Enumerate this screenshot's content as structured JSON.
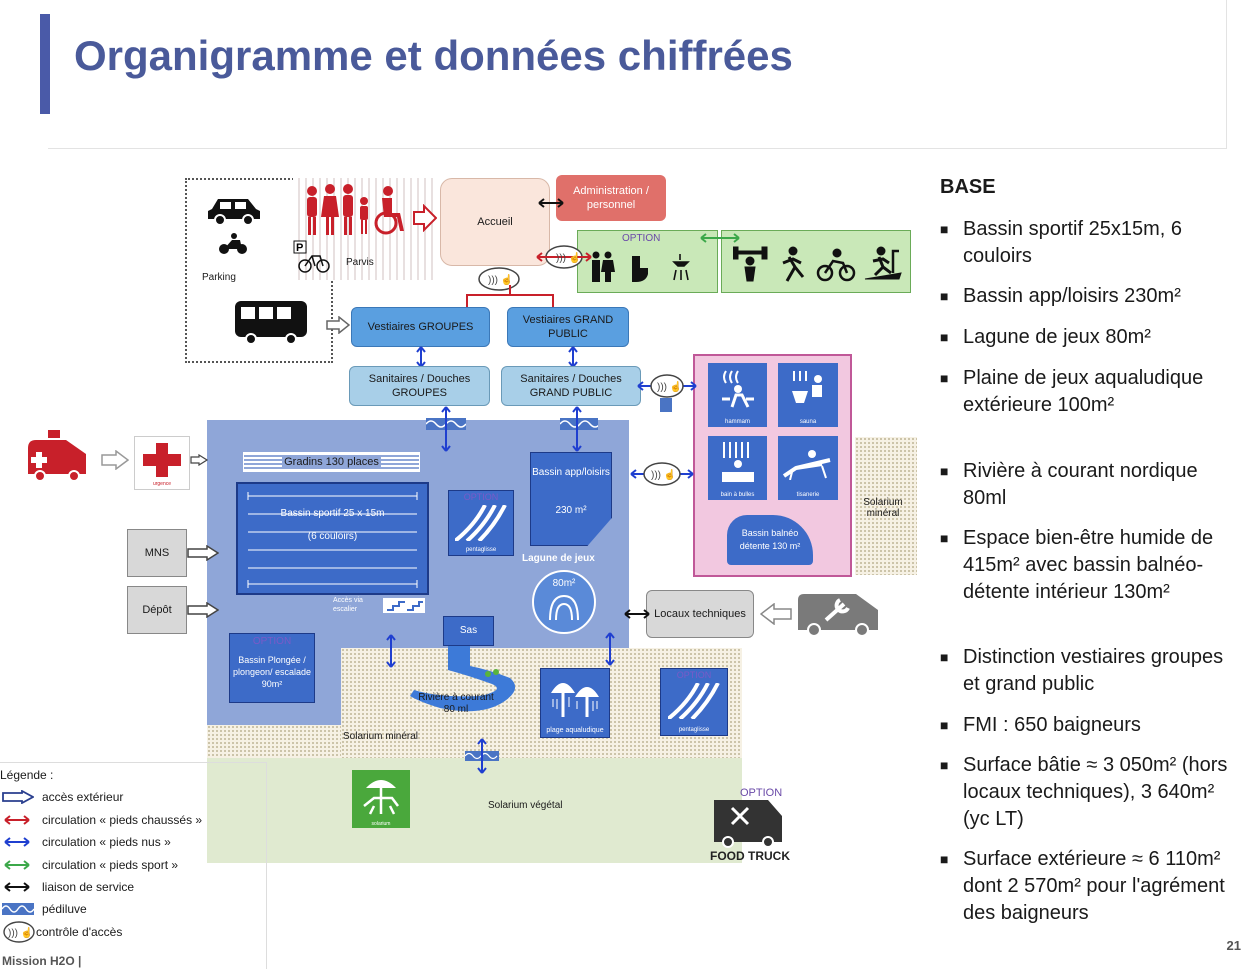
{
  "header": {
    "title": "Organigramme et données chiffrées"
  },
  "diagram": {
    "parking": "Parking",
    "parvis": "Parvis",
    "accueil": "Accueil",
    "admin": "Administration / personnel",
    "option": "OPTION",
    "vest_groupes": "Vestiaires GROUPES",
    "vest_gp": "Vestiaires GRAND PUBLIC",
    "san_groupes": "Sanitaires / Douches GROUPES",
    "san_gp": "Sanitaires / Douches GRAND PUBLIC",
    "gradins": "Gradins 130 places",
    "bassin_sportif": "Bassin sportif 25 x 15m",
    "couloirs": "(6 couloirs)",
    "bassin_app": "Bassin app/loisirs",
    "bassin_app_m2": "230 m²",
    "lagune": "Lagune de jeux",
    "lagune_m2": "80m²",
    "pentagliss": "pentaglisse",
    "mns": "MNS",
    "depot": "Dépôt",
    "acces_escalier": "Accès via escalier",
    "sas": "Sas",
    "plongee": "Bassin Plongée / plongeon/ escalade 90m²",
    "riviere": "Rivière à courant 80 ml",
    "solarium_mineral": "Solarium minéral",
    "solarium_vegetal": "Solarium végétal",
    "locaux": "Locaux techniques",
    "balneo": "Bassin balnéo détente 130 m²",
    "hammam": "hammam",
    "sauna": "sauna",
    "bain_bulles": "bain à bulles",
    "tisanerie": "tisanerie",
    "plage": "plage aqualudique",
    "food_truck": "FOOD TRUCK",
    "urgence": "urgence",
    "solarium_label": "solarium"
  },
  "base": {
    "title": "BASE",
    "items": [
      "Bassin sportif 25x15m, 6 couloirs",
      "Bassin app/loisirs 230m²",
      "Lagune de jeux 80m²",
      "Plaine de jeux aqualudique extérieure 100m²",
      "Rivière à courant nordique 80ml",
      "Espace bien-être humide de 415m² avec bassin balnéo-détente intérieur 130m²",
      "Distinction vestiaires groupes et grand public",
      "FMI : 650 baigneurs",
      "Surface bâtie ≈ 3 050m² (hors locaux techniques), 3 640m² (yc LT)",
      "Surface extérieure ≈ 6 110m² dont 2 570m² pour l'agrément des baigneurs"
    ]
  },
  "legend": {
    "title": "Légende :",
    "items": [
      {
        "label": "accès extérieur",
        "color": "#2a3f8f"
      },
      {
        "label": "circulation « pieds chaussés »",
        "color": "#c8202a"
      },
      {
        "label": "circulation « pieds nus »",
        "color": "#1f3fd0"
      },
      {
        "label": "circulation « pieds sport »",
        "color": "#3ca84a"
      },
      {
        "label": "liaison de service",
        "color": "#111111"
      },
      {
        "label": "pédiluve",
        "color": "#4a74c4"
      },
      {
        "label": "contrôle d'accès",
        "color": "#444444"
      }
    ],
    "footer": "Mission H2O |"
  },
  "page_number": "21",
  "colors": {
    "title": "#4a5a9a",
    "accent_bar": "#4a5aa8",
    "main_pool_zone": "#8fa6d8",
    "vestiaires": "#5a9fe0",
    "sanitaires": "#a8cfe8",
    "admin": "#e0706a",
    "option_green": "#c9e8b8",
    "wellness": "#f2c8e0",
    "solarium_vegetal": "#e0ead0"
  }
}
